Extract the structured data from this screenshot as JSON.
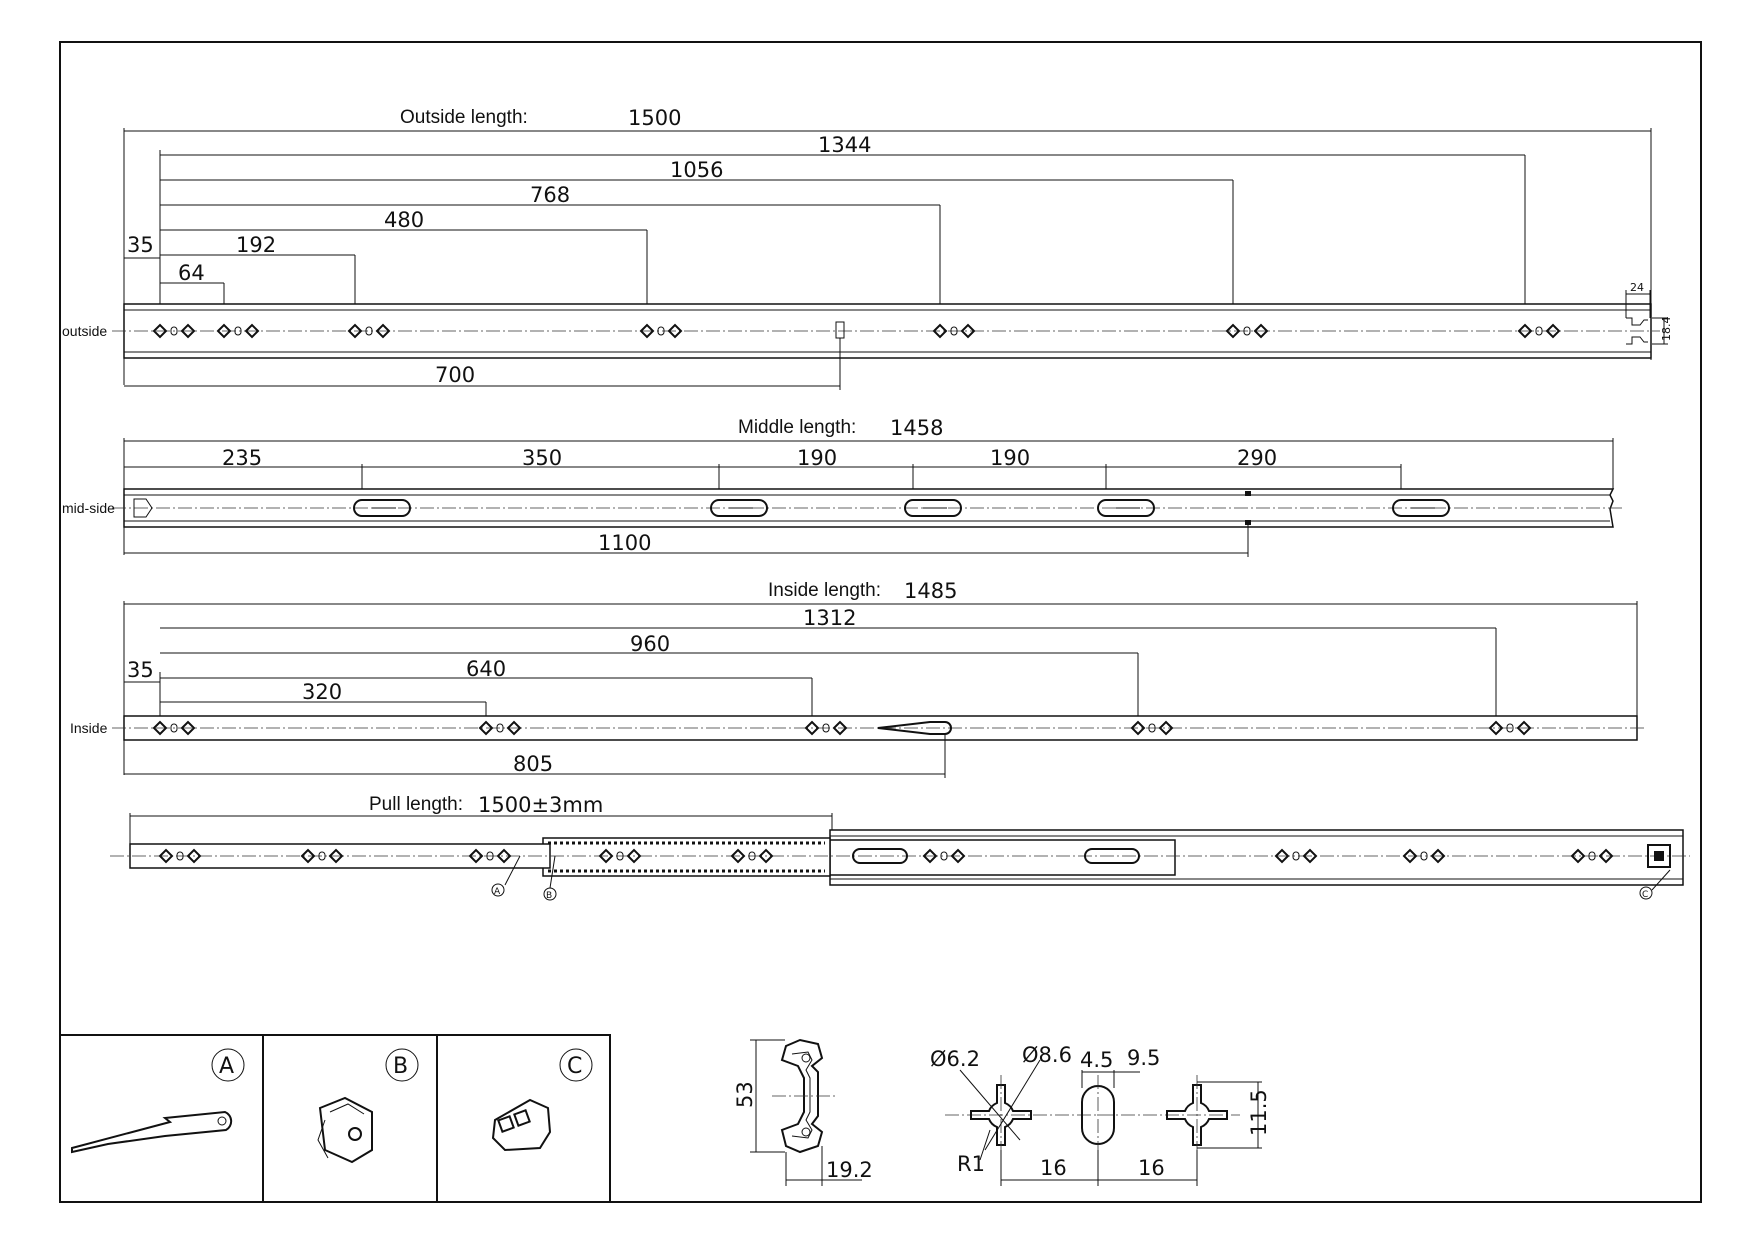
{
  "outside": {
    "row_label": "outside",
    "title_text": "Outside length:",
    "title_value": "1500",
    "dims": [
      "1344",
      "1056",
      "768",
      "480",
      "192",
      "64",
      "35"
    ],
    "bottom_dim": "700",
    "end_dim_w": "24",
    "end_dim_h": "18.4"
  },
  "middle": {
    "row_label": "mid-side",
    "title_text": "Middle length:",
    "title_value": "1458",
    "spacings": [
      "235",
      "350",
      "190",
      "190",
      "290"
    ],
    "bottom_dim": "1100"
  },
  "inside": {
    "row_label": "Inside",
    "title_text": "Inside length:",
    "title_value": "1485",
    "dims": [
      "1312",
      "960",
      "640",
      "320",
      "35"
    ],
    "bottom_dim": "805"
  },
  "pull": {
    "title_text": "Pull length:",
    "title_value": "1500±3mm",
    "callouts": [
      "A",
      "B",
      "C"
    ]
  },
  "details": {
    "box_a": "A",
    "box_b": "B",
    "box_c": "C",
    "profile_height": "53",
    "profile_width": "19.2",
    "hole_d1": "Ø6.2",
    "hole_d2": "Ø8.6",
    "radius": "R1",
    "slot_w": "4.5",
    "slot_h": "9.5",
    "pitch1": "16",
    "pitch2": "16",
    "hole_h": "11.5"
  }
}
